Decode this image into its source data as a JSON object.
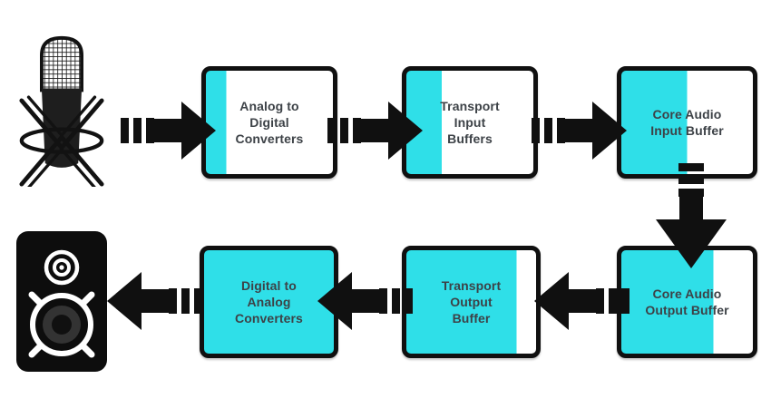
{
  "colors": {
    "accent_cyan": "#2fdfe8",
    "outline_black": "#101010",
    "label_text": "#3d4247",
    "background": "#ffffff"
  },
  "icons": {
    "microphone": "studio-microphone-icon",
    "speaker": "studio-monitor-speaker-icon"
  },
  "boxes": [
    {
      "id": "adc",
      "label": "Analog to\nDigital\nConverters",
      "cyan_fill": "16%"
    },
    {
      "id": "transport-input",
      "label": "Transport\nInput\nBuffers",
      "cyan_fill": "28%"
    },
    {
      "id": "core-audio-input",
      "label": "Core Audio\nInput Buffer",
      "cyan_fill": "50%"
    },
    {
      "id": "core-audio-output",
      "label": "Core Audio\nOutput Buffer",
      "cyan_fill": "70%"
    },
    {
      "id": "transport-output",
      "label": "Transport\nOutput\nBuffer",
      "cyan_fill": "85%"
    },
    {
      "id": "dac",
      "label": "Digital to\nAnalog\nConverters",
      "cyan_fill": "100%"
    }
  ],
  "arrows": [
    {
      "from": "microphone",
      "to": "adc",
      "direction": "right"
    },
    {
      "from": "adc",
      "to": "transport-input",
      "direction": "right"
    },
    {
      "from": "transport-input",
      "to": "core-audio-input",
      "direction": "right"
    },
    {
      "from": "core-audio-input",
      "to": "core-audio-output",
      "direction": "down"
    },
    {
      "from": "core-audio-output",
      "to": "transport-output",
      "direction": "left"
    },
    {
      "from": "transport-output",
      "to": "dac",
      "direction": "left"
    },
    {
      "from": "dac",
      "to": "speaker",
      "direction": "left"
    }
  ]
}
